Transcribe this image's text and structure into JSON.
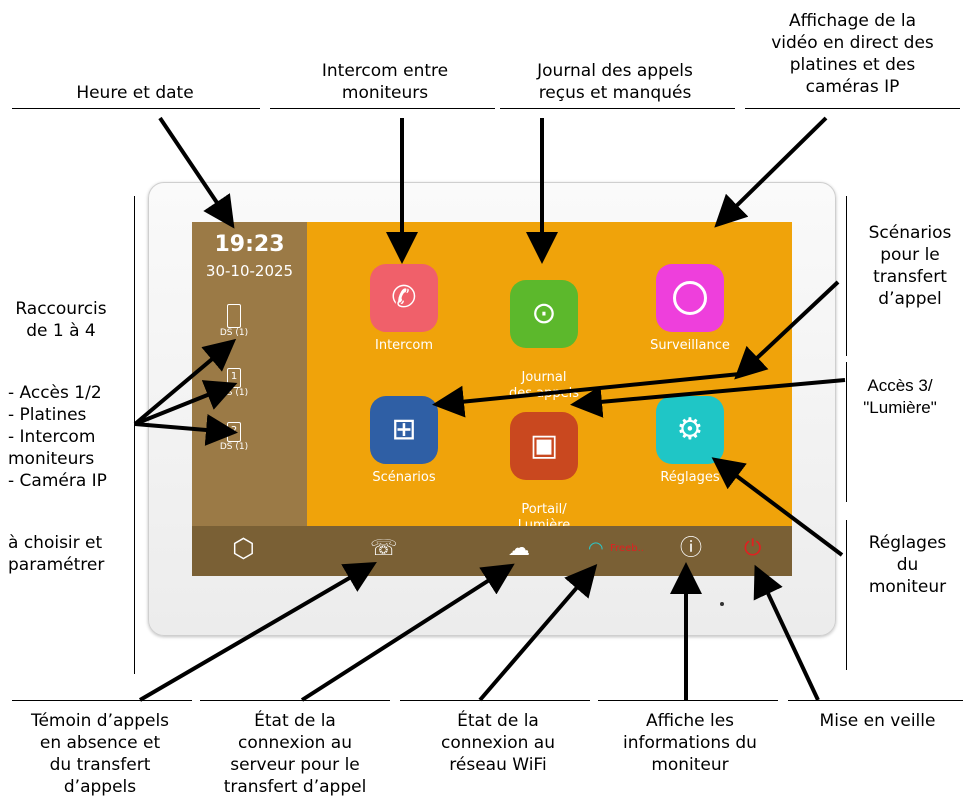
{
  "screen": {
    "time": "19:23",
    "date": "30-10-2025",
    "shortcut_label": "DS (1)",
    "apps": [
      {
        "label": "Intercom",
        "color": "#f0606a",
        "icon": "phone-icon"
      },
      {
        "label": "Journal\ndes appels",
        "color": "#5cb82c",
        "icon": "play-circle-icon"
      },
      {
        "label": "Surveillance",
        "color": "#ee3fdc",
        "icon": "camera-lens-icon"
      },
      {
        "label": "Scénarios",
        "color": "#2f5fa5",
        "icon": "grid-icon"
      },
      {
        "label": "Portail/\nLumière",
        "color": "#c9481f",
        "icon": "gate-icon"
      },
      {
        "label": "Réglages",
        "color": "#1fc6c6",
        "icon": "gear-icon"
      }
    ],
    "wifi_text": "Freeb..",
    "wifi_color": "#2ec5c5",
    "power_color": "#e02020"
  },
  "annotations": {
    "heure_date": "Heure et date",
    "intercom": "Intercom entre\nmoniteurs",
    "journal": "Journal des appels\nreçus et manqués",
    "affichage": "Affichage de la\nvidéo en direct des\nplatines et des\ncaméras IP",
    "scenarios": "Scénarios\npour le\ntransfert\nd’appel",
    "acces3": "Accès 3/\n\"Lumière\"",
    "reglages": "Réglages\ndu\nmoniteur",
    "raccourcis": "Raccourcis\nde 1 à 4",
    "options": "- Accès 1/2\n- Platines\n- Intercom\nmoniteurs\n- Caméra IP",
    "choisir": "à choisir et\nparamétrer",
    "temoin": "Témoin d’appels\nen absence et\ndu transfert\nd’appels",
    "etat_serveur": "État de la\nconnexion au\nserveur pour le\ntransfert d’appel",
    "etat_wifi": "État de la\nconnexion au\nréseau WiFi",
    "infos": "Affiche les\ninformations du\nmoniteur",
    "veille": "Mise en veille"
  }
}
